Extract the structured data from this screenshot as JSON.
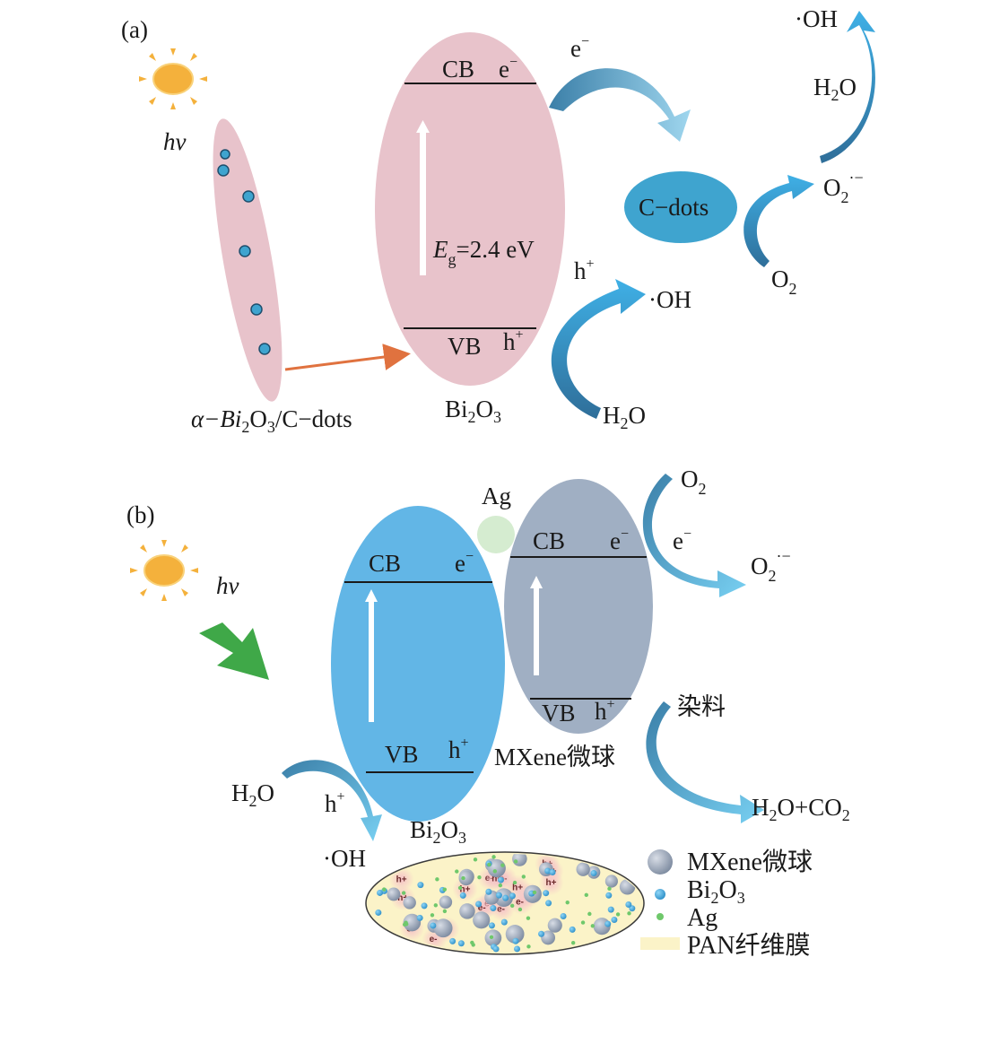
{
  "panel_a": {
    "tag": "(a)",
    "hv": "hv",
    "cb": "CB",
    "vb": "VB",
    "cb_e": "e",
    "vb_h": "h",
    "eg_prefix": "E",
    "eg_sub": "g",
    "eg_value": "=2.4 eV",
    "cdots": "C−dots",
    "composite_alpha": "α−Bi",
    "composite_rest": "/C−dots",
    "bi2o3": "Bi",
    "e_transfer": "e",
    "oh_top": "·OH",
    "h2o_top": "H",
    "o2_radical": "O",
    "o2": "O",
    "h_plus": "h",
    "oh_mid": "·OH",
    "h2o_bottom": "H",
    "sub_2": "2",
    "sub_3": "3",
    "sup_minus": "−",
    "sup_plus": "+",
    "sup_radical": "·−",
    "o_char": "O"
  },
  "panel_b": {
    "tag": "(b)",
    "hv": "hv",
    "ag": "Ag",
    "cb_left": "CB",
    "cb_right": "CB",
    "vb_left": "VB",
    "vb_right": "VB",
    "e_char": "e",
    "h_char": "h",
    "o2": "O",
    "o2_radical": "O",
    "dye": "染料",
    "mxene_label": "MXene微球",
    "products": "H",
    "products_mid": "O+CO",
    "h2o": "H",
    "oh": "·OH",
    "bi2o3": "Bi",
    "sub_2": "2",
    "sub_3": "3",
    "sup_minus": "−",
    "sup_plus": "+",
    "sup_radical": "·−",
    "o_char": "O"
  },
  "legend": {
    "items": [
      {
        "label": "MXene微球"
      },
      {
        "label": "Bi",
        "sub1": "2",
        "mid": "O",
        "sub2": "3"
      },
      {
        "label": "Ag"
      },
      {
        "label": "PAN纤维膜"
      }
    ]
  },
  "membrane": {
    "h_tag": "h+",
    "e_tag": "e-"
  },
  "colors": {
    "pink_band": "#e8c3cb",
    "blue_band": "#62b6e6",
    "grey_band": "#a0afc3",
    "cdots": "#3fa4cf",
    "ag": "#d5ecd0",
    "sun": "#f4b13c",
    "green_arrow": "#3fa848",
    "orange_arrow": "#e0723f",
    "membrane": "#fbf3c8"
  }
}
